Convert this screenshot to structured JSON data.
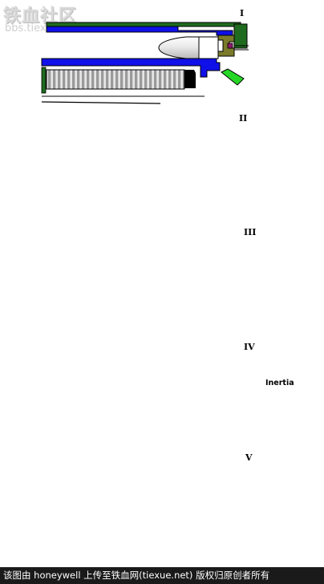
{
  "watermark": {
    "site_name": "铁血社区",
    "site_url": "bbs.tiexue.net"
  },
  "stages": [
    {
      "label": "I"
    },
    {
      "label": "II"
    },
    {
      "label": "III"
    },
    {
      "label": "IV"
    },
    {
      "label": "V"
    }
  ],
  "annotations": {
    "inertia": "Inertia"
  },
  "footer": {
    "credit": "该图由 honeywell 上传至铁血网(tiexue.net) 版权归原创者所有"
  },
  "colors": {
    "barrel_blue": "#1010e8",
    "slide_green": "#1f6b1f",
    "bolt_olive": "#7a7a2a",
    "gas_red": "#ff1010",
    "lever_green": "#26d626",
    "spring": "#bfbfbf",
    "rod_white": "#ffffff",
    "black": "#000000"
  }
}
